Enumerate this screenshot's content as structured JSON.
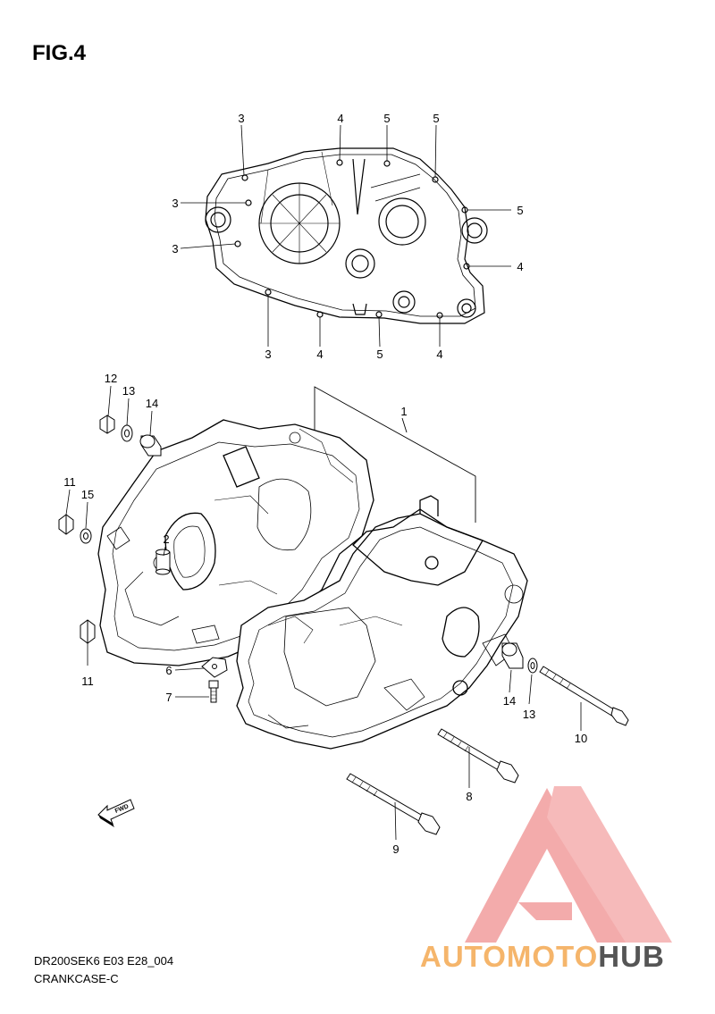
{
  "figure": {
    "title": "FIG.4"
  },
  "footer": {
    "model_code": "DR200SEK6 E03 E28_004",
    "section_name": "CRANKCASE-C"
  },
  "watermark": {
    "text_part1": "AUTOMOTO",
    "text_part2": "HUB",
    "color_part1": "#f5b56b",
    "color_part2": "#555555",
    "logo_color": "#f09090"
  },
  "fwd_label": "FWD",
  "callouts": {
    "top_view": [
      "3",
      "4",
      "5",
      "5",
      "3",
      "5",
      "3",
      "4",
      "3",
      "4",
      "5",
      "4"
    ],
    "exploded": [
      "12",
      "13",
      "14",
      "1",
      "11",
      "15",
      "2",
      "11",
      "6",
      "7",
      "14",
      "13",
      "10",
      "8",
      "9"
    ]
  }
}
